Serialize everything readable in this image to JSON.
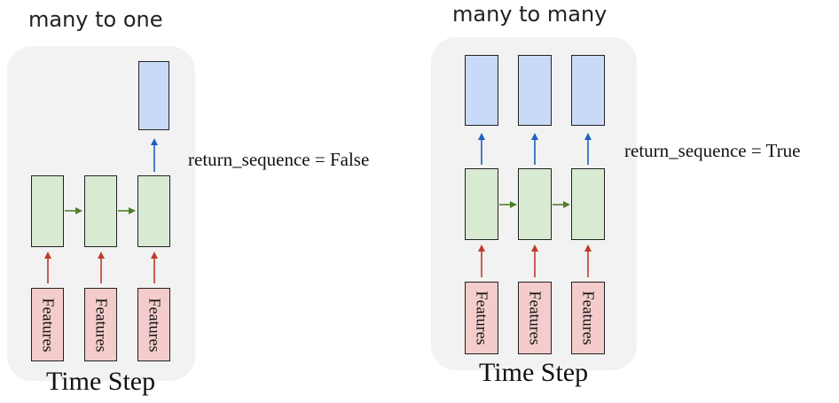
{
  "left": {
    "title": "many to one",
    "annotation": "return_sequence = False",
    "caption": "Time Step"
  },
  "right": {
    "title": "many to many",
    "annotation": "return_sequence = True",
    "caption": "Time Step"
  },
  "features_label": "Features",
  "colors": {
    "panel": "#f2f2f2",
    "output_cell": "#c9daf8",
    "hidden_cell": "#d9ead3",
    "feature_cell": "#f4cccc",
    "input_arrow": "#c0392b",
    "recurrent_arrow": "#4f7f2a",
    "output_arrow": "#1f5fbf"
  }
}
